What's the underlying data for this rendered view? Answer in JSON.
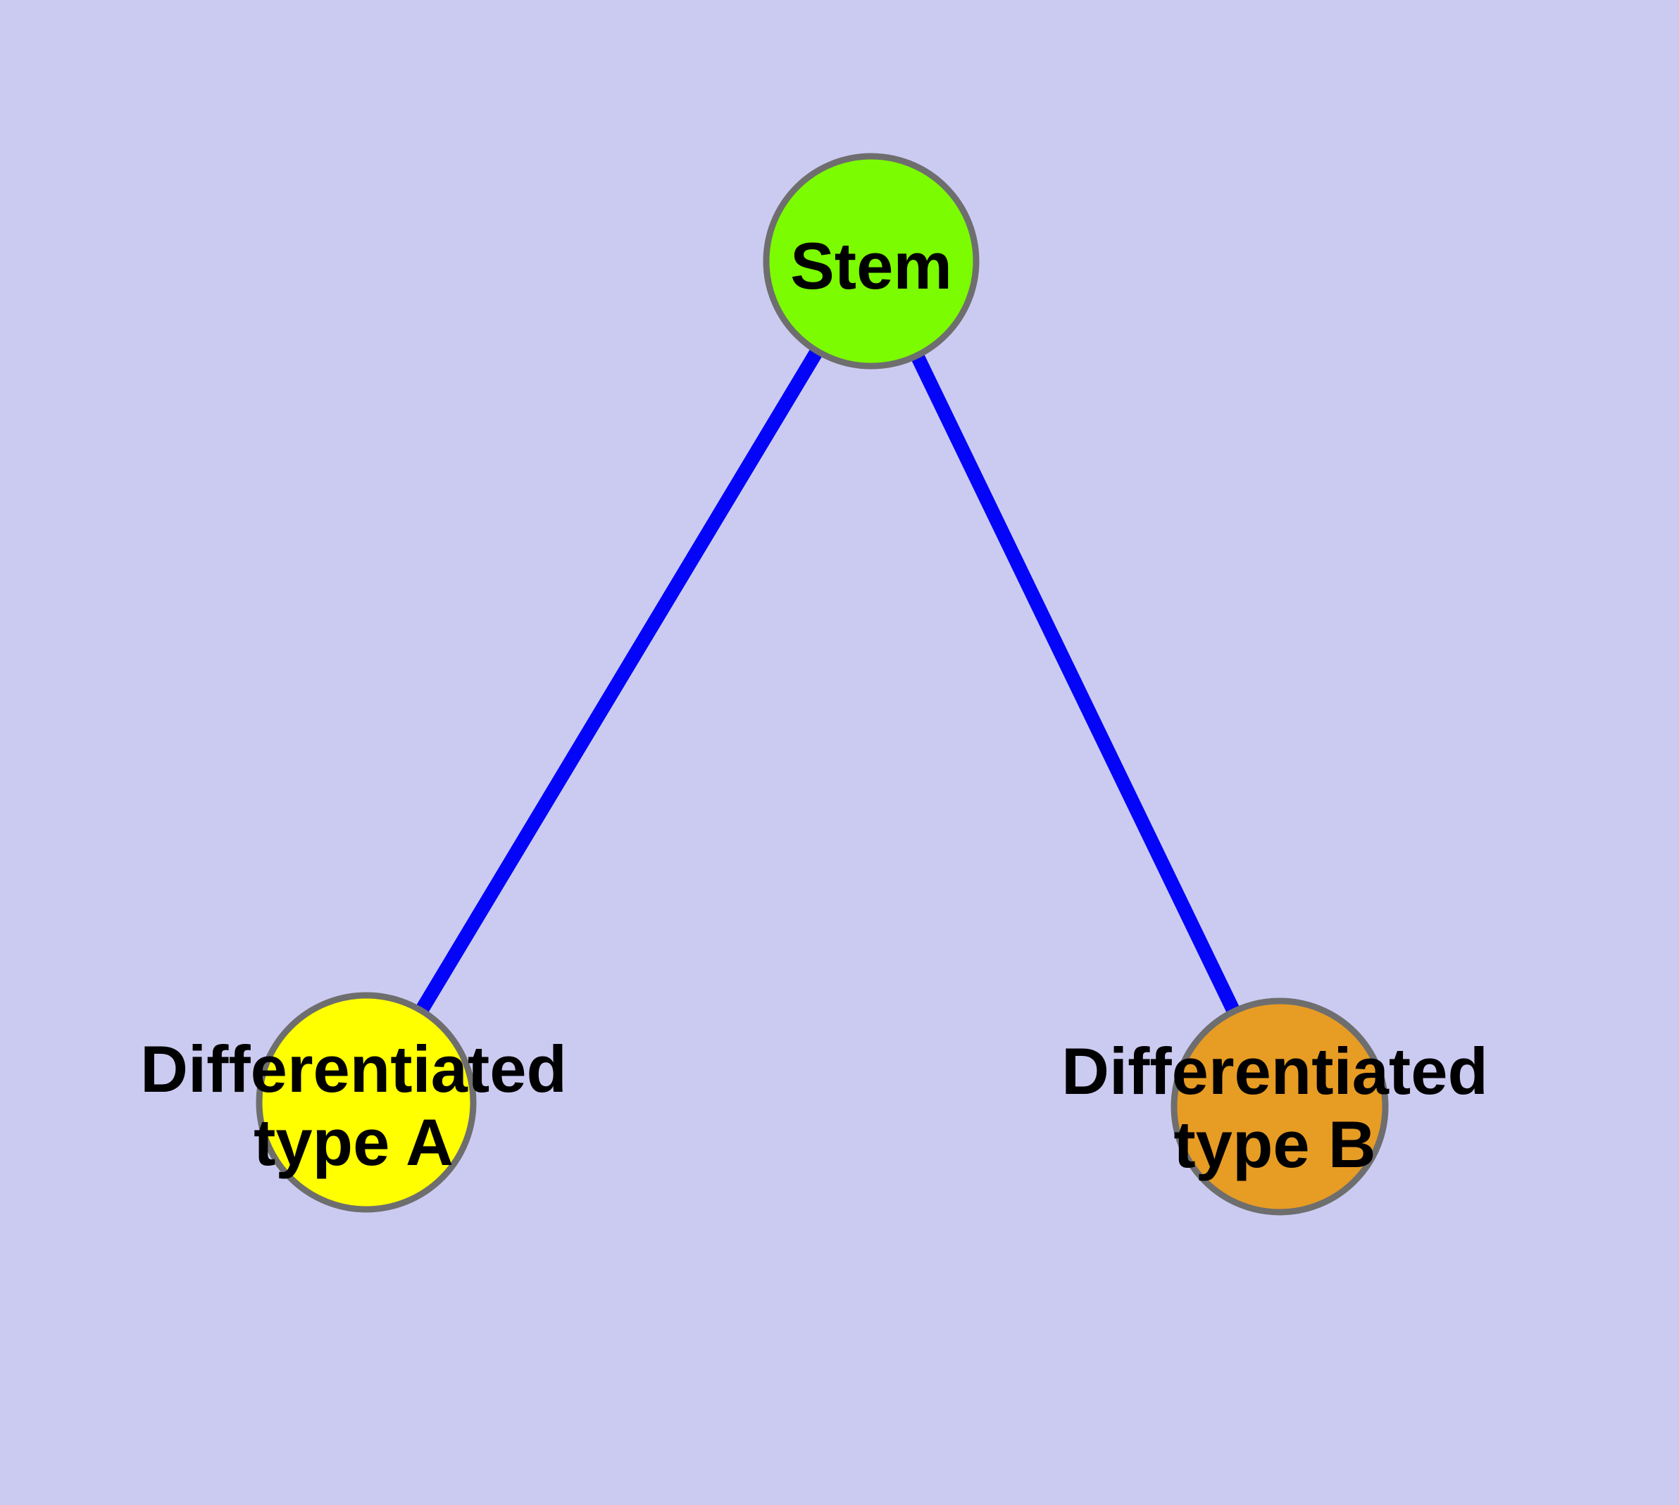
{
  "diagram": {
    "type": "node-link-diagram",
    "description": "Stem cell differentiation graph: one stem node connected to two differentiated cell type nodes"
  },
  "colors": {
    "background": "#CBCBF2",
    "edge": "#0404F8",
    "node_border": "#6E6E6E",
    "label_text": "#000000"
  },
  "graph": {
    "nodes": [
      {
        "id": "stem",
        "label": "Stem",
        "fill_color": "#7CFC00"
      },
      {
        "id": "type_a",
        "label_line1": "Differentiated",
        "label_line2": "type A",
        "fill_color": "#FFFF00"
      },
      {
        "id": "type_b",
        "label_line1": "Differentiated",
        "label_line2": "type B",
        "fill_color": "#E79C24"
      }
    ],
    "edges": [
      {
        "from": "Stem",
        "to": "Differentiated type A"
      },
      {
        "from": "Stem",
        "to": "Differentiated type B"
      }
    ]
  }
}
